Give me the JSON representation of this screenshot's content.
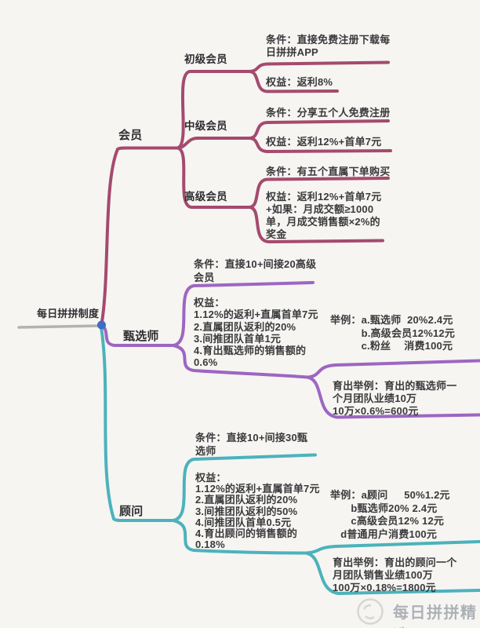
{
  "root": {
    "label": "每日拼拼制度"
  },
  "member": {
    "label": "会员",
    "junior": {
      "label": "初级会员",
      "condition": "条件：直接免费注册下载每\n日拼拼APP",
      "benefit": "权益：返利8%"
    },
    "middle": {
      "label": "中级会员",
      "condition": "条件：分享五个人免费注册",
      "benefit": "权益：返利12%+首单7元"
    },
    "senior": {
      "label": "高级会员",
      "condition": "条件：有五个直属下单购买",
      "benefit": "权益：返利12%+首单7元\n+如果：月成交额≥1000\n单，月成交销售额×2%的\n奖金"
    }
  },
  "selector": {
    "label": "甄选师",
    "condition": "条件：直接10+间接20高级\n会员",
    "benefit": "权益：\n1.12%的返利+直属首单7元\n2.直属团队返利的20%\n3.间推团队首单1元\n4.育出甄选师的销售额的\n0.6%",
    "example": "举例：a.甄选师  20%2.4元\n　　　b.高级会员12%12元\n　　　c.粉丝　 消费100元",
    "breed_example": "育出举例：育出的甄选师一\n个月团队业绩10万\n10万×0.6%=600元"
  },
  "advisor": {
    "label": "顾问",
    "condition": "条件：直接10+间接30甄\n选师",
    "benefit": "权益：\n1.12%的返利+直属首单7元\n2.直属团队返利的20%\n3.间推团队返利的50%\n4.间推团队首单0.5元\n4.育出顾问的销售额的\n0.18%",
    "example": "举例：a顾问　  50%1.2元\n　　b甄选师20% 2.4元\n　　c高级会员12% 12元\n　d普通用户消费100元",
    "breed_example": "育出举例：育出的顾问一个\n月团队销售业绩100万\n100万×0.18%=1800元"
  },
  "watermark": {
    "text": "每日拼拼精选"
  },
  "colors": {
    "member_branch": "#a54a6e",
    "selector_branch": "#9d66c2",
    "advisor_branch": "#4cb2bc",
    "root_dot": "#3e6bc4",
    "root_underline": "#b5b2ae"
  }
}
